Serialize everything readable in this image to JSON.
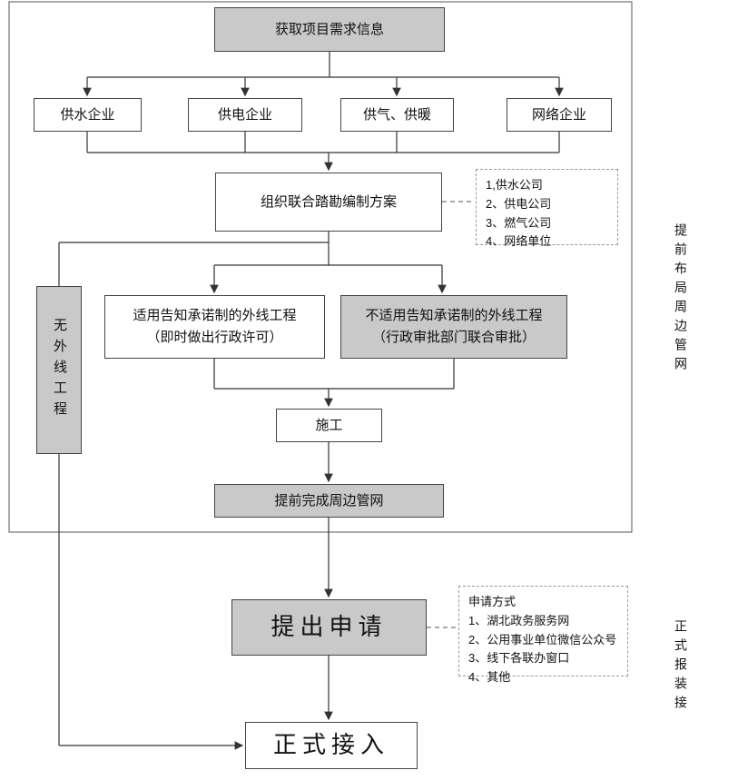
{
  "flowchart": {
    "nodes": {
      "get_info": "获取项目需求信息",
      "water": "供水企业",
      "power": "供电企业",
      "gas_heating": "供气、供暖",
      "network": "网络企业",
      "joint_survey": "组织联合踏勘编制方案",
      "no_outline": "无外线工程",
      "applicable": "适用告知承诺制的外线工程\n（即时做出行政许可）",
      "not_applicable": "不适用告知承诺制的外线工程\n（行政审批部门联合审批）",
      "construction": "施工",
      "advance_complete": "提前完成周边管网",
      "submit_application": "提出申请",
      "formal_access": "正式接入"
    },
    "notes": {
      "survey_units": {
        "lines": [
          "1,供水公司",
          "2、供电公司",
          "3、燃气公司",
          "4、网络单位"
        ]
      },
      "apply_methods": {
        "title": "申请方式",
        "lines": [
          "1、湖北政务服务网",
          "2、公用事业单位微信公众号",
          "3、线下各联办窗口",
          "4、其他"
        ]
      }
    },
    "side_labels": {
      "top": "提前布局周边管网",
      "bottom": "正式报装接"
    }
  },
  "colors": {
    "node_fill_gray": "#c9c9c9",
    "node_border": "#444444",
    "line": "#333333",
    "dashed_border": "#999999"
  }
}
